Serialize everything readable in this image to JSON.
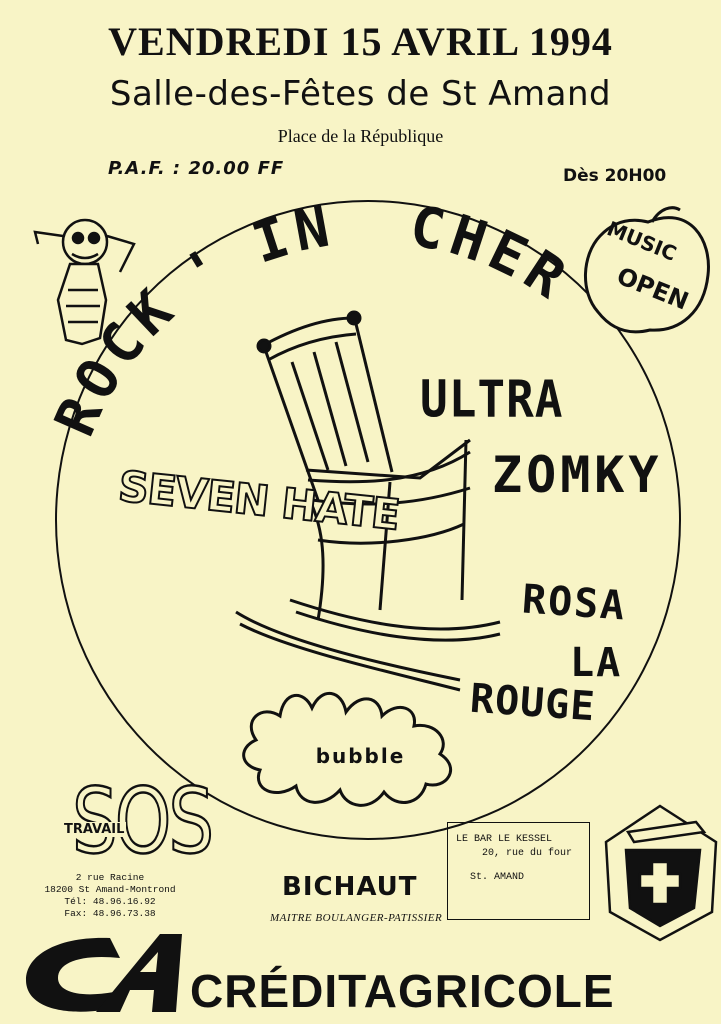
{
  "header": {
    "date": "VENDREDI 15 AVRIL 1994",
    "venue": "Salle-des-Fêtes de St Amand",
    "place": "Place de la République",
    "paf": "P.A.F. : 20.00 FF",
    "time": "Dès 20H00"
  },
  "festival": {
    "title_rock": "ROCK",
    "title_apostrophe": "'",
    "title_in": "IN",
    "title_cher": "CHER",
    "music_open": [
      "MUSIC",
      "OPEN"
    ]
  },
  "bands": {
    "ultra": "ULTRA",
    "zomky": "ZOMKY",
    "seven_hate": "SEVEN HATE",
    "rosa": "ROSA",
    "la": "LA",
    "rouge": "ROUGE",
    "bubble": "bubble"
  },
  "sponsors": {
    "sos_logo": "SOS",
    "sos_label": "TRAVAIL",
    "sos_address": [
      "2 rue Racine",
      "18200 St Amand-Montrond",
      "Tél: 48.96.16.92",
      "Fax: 48.96.73.38"
    ],
    "bichaut": "BICHAUT",
    "bichaut_sub": "MAITRE BOULANGER-PATISSIER",
    "bar_lines": [
      "LE BAR LE KESSEL",
      "20, rue du four",
      "St. AMAND"
    ],
    "credit": "CRÉDITAGRICOLE"
  }
}
